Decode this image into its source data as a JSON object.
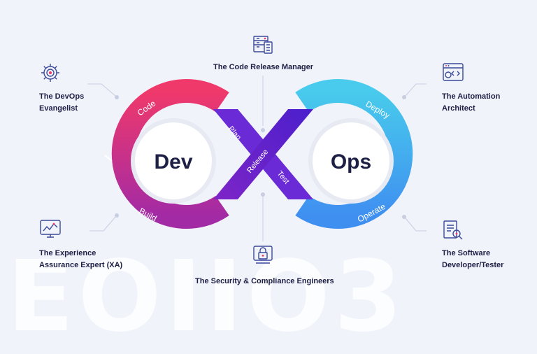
{
  "watermark": "EOIIO3",
  "center_labels": {
    "left": "Dev",
    "right": "Ops"
  },
  "stages": {
    "code": "Code",
    "build": "Build",
    "plan": "Plan",
    "release": "Release",
    "test": "Test",
    "deploy": "Deploy",
    "operate": "Operate"
  },
  "roles": {
    "code_release_manager": "The Code Release Manager",
    "devops_evangelist": [
      "The DevOps",
      "Evangelist"
    ],
    "automation_architect": [
      "The Automation",
      "Architect"
    ],
    "experience_assurance": [
      "The Experience",
      "Assurance Expert (XA)"
    ],
    "software_developer": [
      "The Software",
      "Developer/Tester"
    ],
    "security_compliance": "The Security & Compliance Engineers"
  },
  "colors": {
    "pink": "#f0396b",
    "purple": "#9a2ba8",
    "violet": "#5a1fd1",
    "cyan": "#42c6ec",
    "blue": "#3f8ff0",
    "text": "#1d1f45",
    "icon_stroke": "#3b4a9a"
  },
  "icons": [
    "gear-icon",
    "code-window-icon",
    "server-rack-icon",
    "dashboard-monitor-icon",
    "padlock-icon",
    "document-search-icon"
  ]
}
